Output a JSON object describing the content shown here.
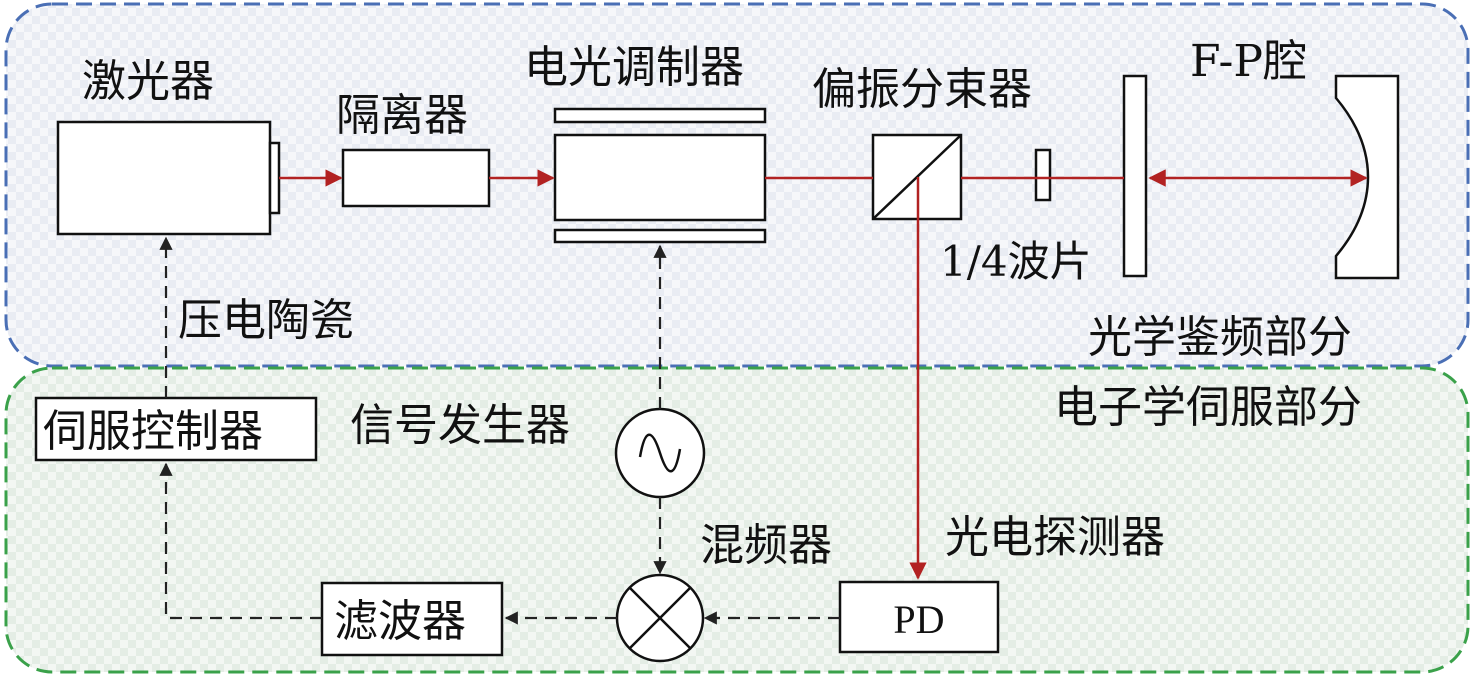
{
  "diagram": {
    "sections": {
      "optical": "光学鉴频部分",
      "electronic": "电子学伺服部分"
    },
    "components": {
      "laser": "激光器",
      "isolator": "隔离器",
      "eom": "电光调制器",
      "pbs": "偏振分束器",
      "fp_cavity": "F-P腔",
      "quarter_waveplate": "1/4波片",
      "piezo": "压电陶瓷",
      "servo_controller": "伺服控制器",
      "signal_generator": "信号发生器",
      "mixer": "混频器",
      "photodetector": "光电探测器",
      "pd": "PD",
      "filter": "滤波器"
    },
    "colors": {
      "optical_border": "#4a6fb5",
      "electronic_border": "#3aa14a",
      "laser_beam": "#b22222",
      "signal_line": "#222222"
    }
  }
}
